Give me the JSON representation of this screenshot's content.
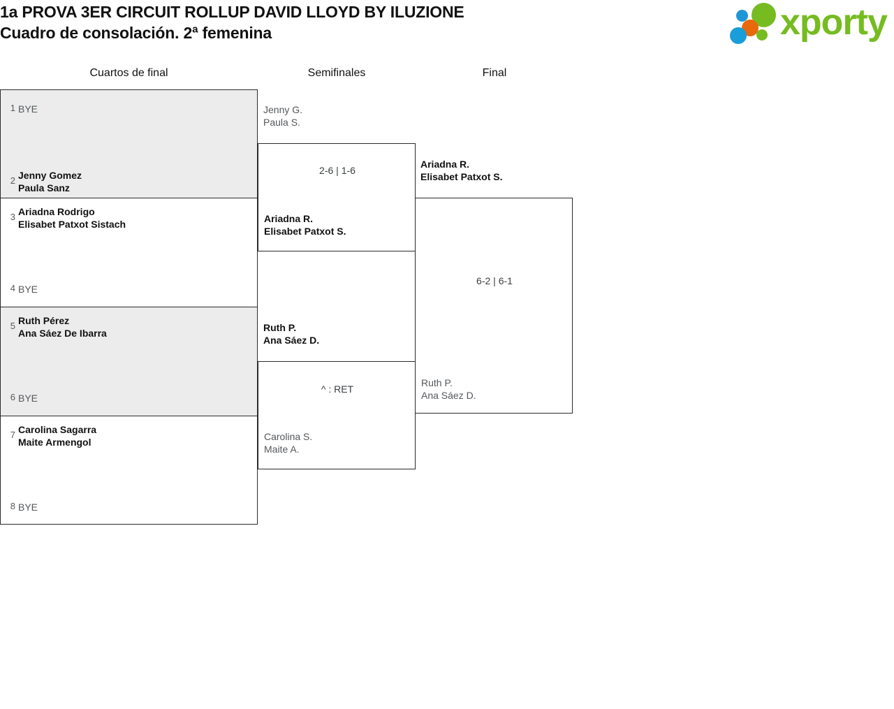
{
  "header": {
    "title_line1": "1a PROVA 3ER CIRCUIT ROLLUP DAVID LLOYD BY ILUZIONE",
    "title_line2": "Cuadro de consolación. 2ª femenina",
    "logo_text": "xporty",
    "logo_colors": {
      "green": "#76bc21",
      "blue": "#1a9ed9",
      "orange": "#e8690b"
    }
  },
  "rounds": [
    {
      "label": "Cuartos de final"
    },
    {
      "label": "Semifinales"
    },
    {
      "label": "Final"
    }
  ],
  "round1": [
    {
      "seed": "1",
      "p1": "BYE",
      "p2": "",
      "status": "bye"
    },
    {
      "seed": "2",
      "p1": "Jenny Gomez",
      "p2": "Paula Sanz",
      "status": "win"
    },
    {
      "seed": "3",
      "p1": "Ariadna Rodrigo",
      "p2": "Elisabet Patxot Sistach",
      "status": "win"
    },
    {
      "seed": "4",
      "p1": "BYE",
      "p2": "",
      "status": "bye"
    },
    {
      "seed": "5",
      "p1": "Ruth Pérez",
      "p2": "Ana Sáez De Ibarra",
      "status": "win"
    },
    {
      "seed": "6",
      "p1": "BYE",
      "p2": "",
      "status": "bye"
    },
    {
      "seed": "7",
      "p1": "Carolina Sagarra",
      "p2": "Maite Armengol",
      "status": "win"
    },
    {
      "seed": "8",
      "p1": "BYE",
      "p2": "",
      "status": "bye"
    }
  ],
  "semifinals": [
    {
      "top": {
        "p1": "Jenny G.",
        "p2": "Paula S.",
        "status": "lose"
      },
      "bottom": {
        "p1": "Ariadna R.",
        "p2": "Elisabet Patxot S.",
        "status": "win"
      },
      "score": "2-6 | 1-6"
    },
    {
      "top": {
        "p1": "Ruth P.",
        "p2": "Ana Sáez D.",
        "status": "win"
      },
      "bottom": {
        "p1": "Carolina S.",
        "p2": "Maite A.",
        "status": "lose"
      },
      "score": "^ : RET"
    }
  ],
  "final": {
    "top": {
      "p1": "Ariadna R.",
      "p2": "Elisabet Patxot S.",
      "status": "win"
    },
    "bottom": {
      "p1": "Ruth P.",
      "p2": "Ana Sáez D.",
      "status": "lose"
    },
    "score": "6-2 | 6-1"
  }
}
